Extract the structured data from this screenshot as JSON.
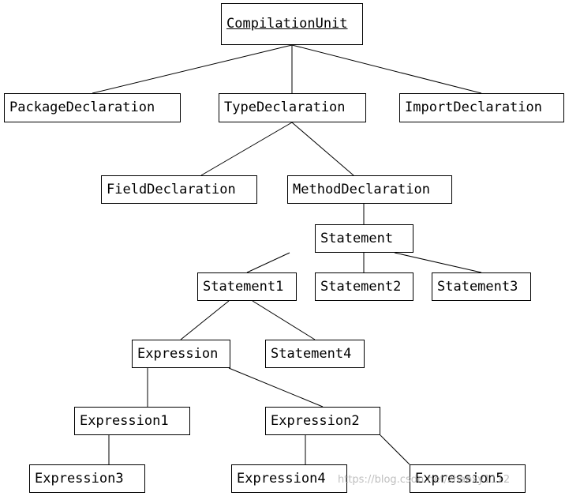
{
  "nodes": {
    "compilation_unit": "CompilationUnit",
    "package_declaration": "PackageDeclaration",
    "type_declaration": "TypeDeclaration",
    "import_declaration": "ImportDeclaration",
    "field_declaration": "FieldDeclaration",
    "method_declaration": "MethodDeclaration",
    "statement": "Statement",
    "statement1": "Statement1",
    "statement2": "Statement2",
    "statement3": "Statement3",
    "expression": "Expression",
    "statement4": "Statement4",
    "expression1": "Expression1",
    "expression2": "Expression2",
    "expression3": "Expression3",
    "expression4": "Expression4",
    "expression5": "Expression5"
  },
  "edges": [
    [
      "compilation_unit",
      "package_declaration"
    ],
    [
      "compilation_unit",
      "type_declaration"
    ],
    [
      "compilation_unit",
      "import_declaration"
    ],
    [
      "type_declaration",
      "field_declaration"
    ],
    [
      "type_declaration",
      "method_declaration"
    ],
    [
      "method_declaration",
      "statement"
    ],
    [
      "statement",
      "statement1"
    ],
    [
      "statement",
      "statement2"
    ],
    [
      "statement",
      "statement3"
    ],
    [
      "statement1",
      "expression"
    ],
    [
      "statement1",
      "statement4"
    ],
    [
      "expression",
      "expression1"
    ],
    [
      "expression",
      "expression2"
    ],
    [
      "expression1",
      "expression3"
    ],
    [
      "expression2",
      "expression4"
    ],
    [
      "expression2",
      "expression5"
    ]
  ],
  "watermark": "https://blog.csdn.net/zhaoxy1112"
}
